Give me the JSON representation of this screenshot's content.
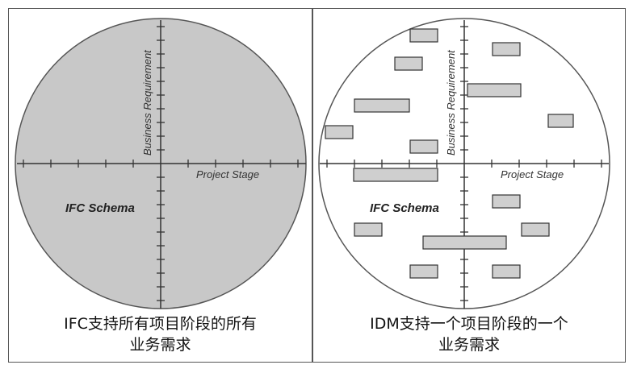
{
  "left": {
    "x_axis_label": "Project Stage",
    "y_axis_label": "Business Requirement",
    "schema_label": "IFC Schema",
    "caption_line1": "IFC支持所有项目阶段的所有",
    "caption_line2": "业务需求",
    "fill": "#c8c8c8"
  },
  "right": {
    "x_axis_label": "Project Stage",
    "y_axis_label": "Business Requirement",
    "schema_label": "IFC Schema",
    "caption_line1": "IDM支持一个项目阶段的一个",
    "caption_line2": "业务需求",
    "box_fill": "#cfcfcf",
    "boxes_count_note": ""
  }
}
